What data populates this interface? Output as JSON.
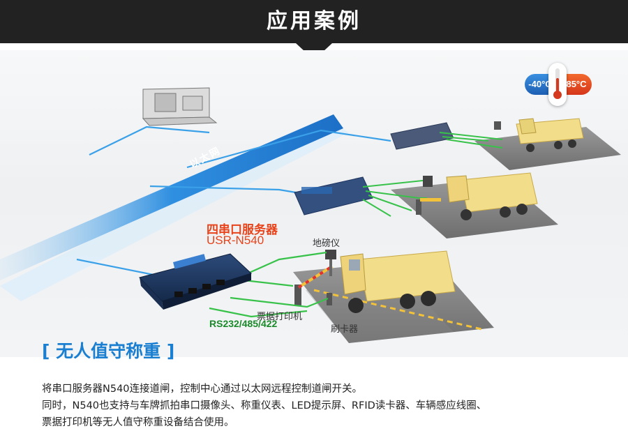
{
  "header": {
    "title": "应用案例"
  },
  "temperature": {
    "low": "-40°C",
    "high": "85°C",
    "low_color": "#2f7fd6",
    "high_color": "#e04a22"
  },
  "scene": {
    "device_name": "四串口服务器",
    "device_model": "USR-N540",
    "network_label": "以太网",
    "scale_label": "地磅仪",
    "printer_label": "票据打印机",
    "card_reader_label": "刷卡器",
    "protocol_label": "RS232/485/422",
    "device_brand": "USR-N540",
    "line_color_network": "#3aa0e8",
    "line_color_serial": "#38c24a",
    "accent_color": "#e8431a"
  },
  "section": {
    "title": "[ 无人值守称重 ]",
    "lines": [
      "将串口服务器N540连接道闸，控制中心通过以太网远程控制道闸开关。",
      "同时，N540也支持与车牌抓拍串口摄像头、称重仪表、LED提示屏、RFID读卡器、车辆感应线圈、",
      "票据打印机等无人值守称重设备结合使用。"
    ]
  }
}
